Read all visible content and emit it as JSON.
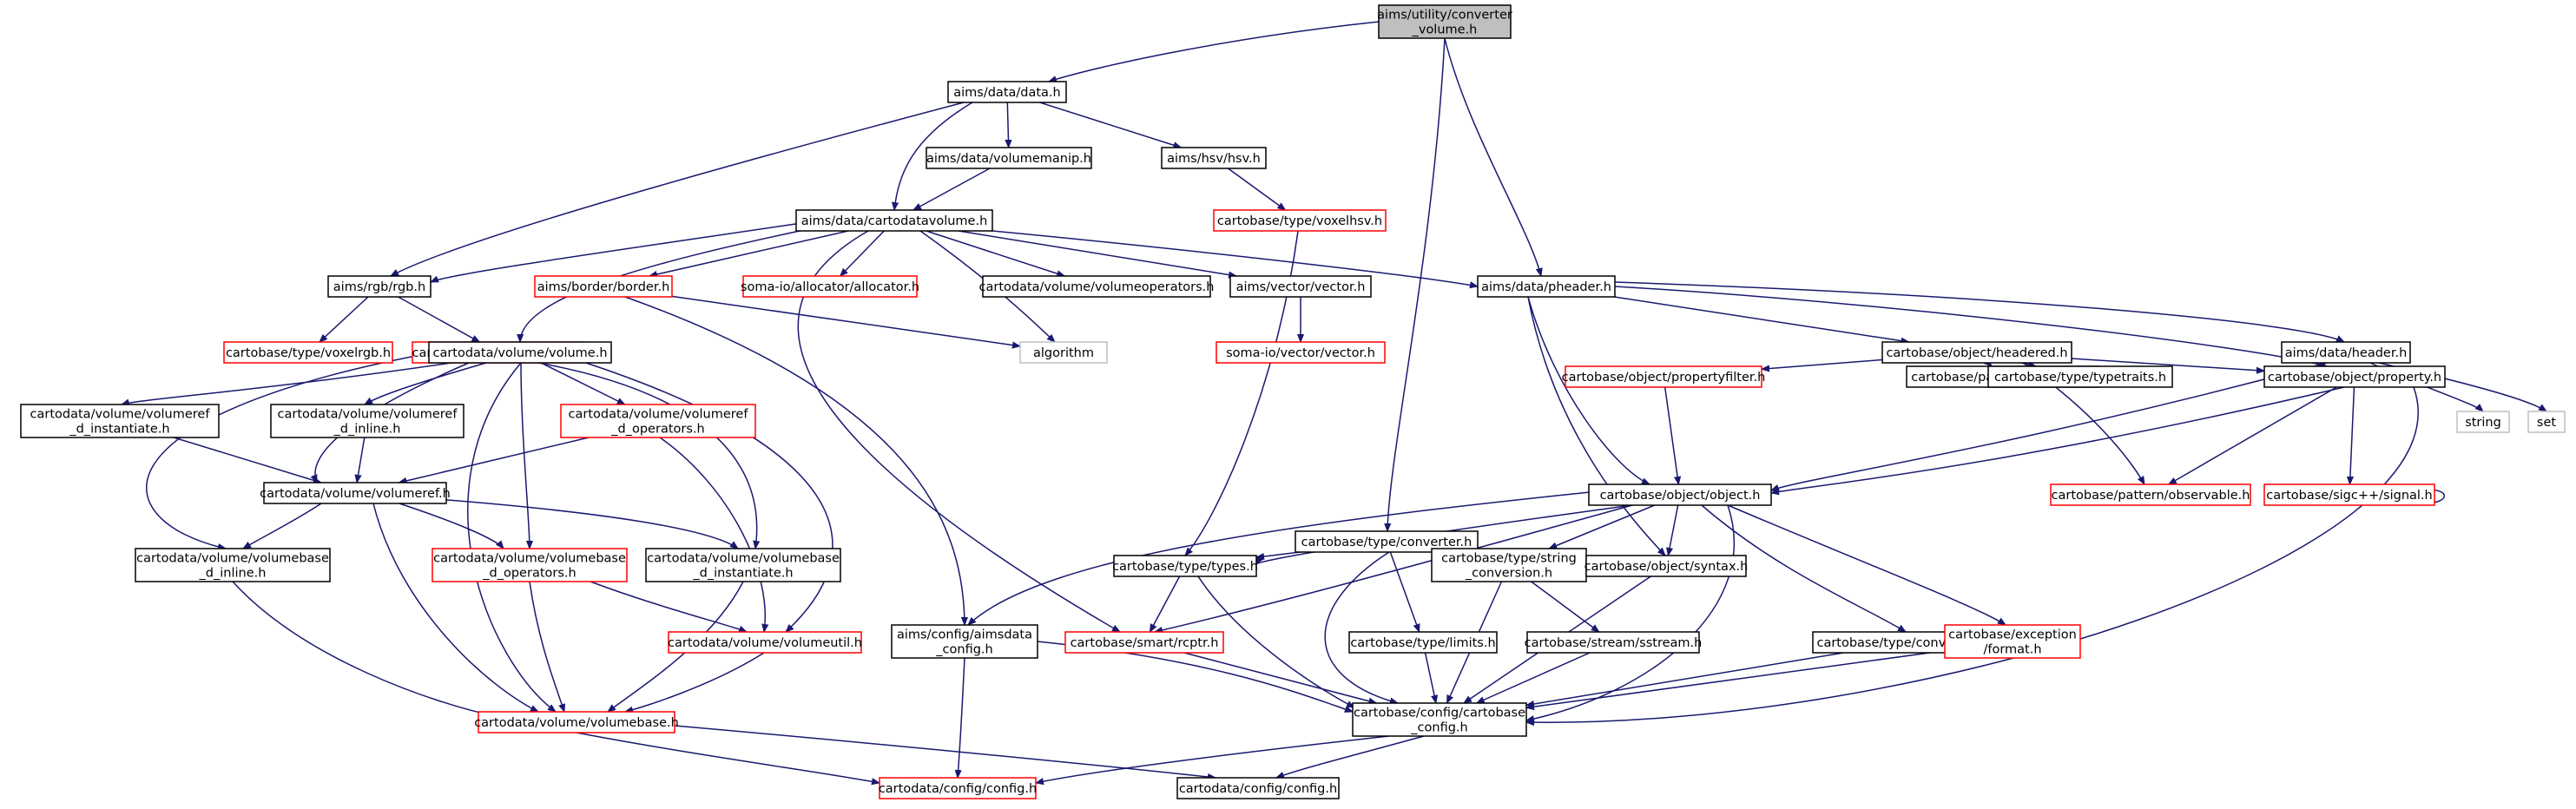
{
  "diagram": {
    "type": "include-dependency-graph",
    "colors": {
      "root_fill": "#bfbfbf",
      "node_fill": "#ffffff",
      "node_border": "#000000",
      "incomplete_border": "#ff0000",
      "external_border": "#bfbfbf",
      "edge": "#191970"
    },
    "nodes": [
      {
        "id": "root",
        "lines": [
          "aims/utility/converter",
          "_volume.h"
        ],
        "style": "root"
      },
      {
        "id": "data",
        "lines": [
          "aims/data/data.h"
        ],
        "style": "normal"
      },
      {
        "id": "volumemanip",
        "lines": [
          "aims/data/volumemanip.h"
        ],
        "style": "normal"
      },
      {
        "id": "hsv",
        "lines": [
          "aims/hsv/hsv.h"
        ],
        "style": "normal"
      },
      {
        "id": "voxelhsv",
        "lines": [
          "cartobase/type/voxelhsv.h"
        ],
        "style": "red"
      },
      {
        "id": "cdvol",
        "lines": [
          "aims/data/cartodatavolume.h"
        ],
        "style": "normal"
      },
      {
        "id": "rgb",
        "lines": [
          "aims/rgb/rgb.h"
        ],
        "style": "normal"
      },
      {
        "id": "border",
        "lines": [
          "aims/border/border.h"
        ],
        "style": "red"
      },
      {
        "id": "allocator",
        "lines": [
          "soma-io/allocator/allocator.h"
        ],
        "style": "red"
      },
      {
        "id": "volops",
        "lines": [
          "cartodata/volume/volumeoperators.h"
        ],
        "style": "normal"
      },
      {
        "id": "vector",
        "lines": [
          "aims/vector/vector.h"
        ],
        "style": "normal"
      },
      {
        "id": "pheader",
        "lines": [
          "aims/data/pheader.h"
        ],
        "style": "normal"
      },
      {
        "id": "voxelrgb",
        "lines": [
          "cartobase/type/voxelrgb.h"
        ],
        "style": "red"
      },
      {
        "id": "voxelrgba",
        "lines": [
          "cartobase/type/voxelrgba.h"
        ],
        "style": "red"
      },
      {
        "id": "algorithm",
        "lines": [
          "algorithm"
        ],
        "style": "grey"
      },
      {
        "id": "somavector",
        "lines": [
          "soma-io/vector/vector.h"
        ],
        "style": "red"
      },
      {
        "id": "volume",
        "lines": [
          "cartodata/volume/volume.h"
        ],
        "style": "normal"
      },
      {
        "id": "headered",
        "lines": [
          "cartobase/object/headered.h"
        ],
        "style": "normal"
      },
      {
        "id": "header",
        "lines": [
          "aims/data/header.h"
        ],
        "style": "normal"
      },
      {
        "id": "vrinst",
        "lines": [
          "cartodata/volume/volumeref",
          "_d_instantiate.h"
        ],
        "style": "normal"
      },
      {
        "id": "vrinline",
        "lines": [
          "cartodata/volume/volumeref",
          "_d_inline.h"
        ],
        "style": "normal"
      },
      {
        "id": "vrops",
        "lines": [
          "cartodata/volume/volumeref",
          "_d_operators.h"
        ],
        "style": "red"
      },
      {
        "id": "propfilter",
        "lines": [
          "cartobase/object/propertyfilter.h"
        ],
        "style": "red"
      },
      {
        "id": "observer",
        "lines": [
          "cartobase/pattern/observer.h"
        ],
        "style": "normal"
      },
      {
        "id": "typetraits",
        "lines": [
          "cartobase/type/typetraits.h"
        ],
        "style": "normal"
      },
      {
        "id": "property",
        "lines": [
          "cartobase/object/property.h"
        ],
        "style": "normal"
      },
      {
        "id": "string",
        "lines": [
          "string"
        ],
        "style": "grey"
      },
      {
        "id": "set",
        "lines": [
          "set"
        ],
        "style": "grey"
      },
      {
        "id": "volumeref",
        "lines": [
          "cartodata/volume/volumeref.h"
        ],
        "style": "normal"
      },
      {
        "id": "converter",
        "lines": [
          "cartobase/type/converter.h"
        ],
        "style": "normal"
      },
      {
        "id": "object",
        "lines": [
          "cartobase/object/object.h"
        ],
        "style": "normal"
      },
      {
        "id": "observable",
        "lines": [
          "cartobase/pattern/observable.h"
        ],
        "style": "red"
      },
      {
        "id": "signal",
        "lines": [
          "cartobase/sigc++/signal.h"
        ],
        "style": "red"
      },
      {
        "id": "vbinline",
        "lines": [
          "cartodata/volume/volumebase",
          "_d_inline.h"
        ],
        "style": "normal"
      },
      {
        "id": "vbops",
        "lines": [
          "cartodata/volume/volumebase",
          "_d_operators.h"
        ],
        "style": "red"
      },
      {
        "id": "vbinst",
        "lines": [
          "cartodata/volume/volumebase",
          "_d_instantiate.h"
        ],
        "style": "normal"
      },
      {
        "id": "types",
        "lines": [
          "cartobase/type/types.h"
        ],
        "style": "normal"
      },
      {
        "id": "strconv",
        "lines": [
          "cartobase/type/string",
          "_conversion.h"
        ],
        "style": "normal"
      },
      {
        "id": "syntax",
        "lines": [
          "cartobase/object/syntax.h"
        ],
        "style": "normal"
      },
      {
        "id": "volutil",
        "lines": [
          "cartodata/volume/volumeutil.h"
        ],
        "style": "red"
      },
      {
        "id": "aimsdataconfig",
        "lines": [
          "aims/config/aimsdata",
          "_config.h"
        ],
        "style": "normal"
      },
      {
        "id": "rcptr",
        "lines": [
          "cartobase/smart/rcptr.h"
        ],
        "style": "red"
      },
      {
        "id": "limits",
        "lines": [
          "cartobase/type/limits.h"
        ],
        "style": "normal"
      },
      {
        "id": "sstream",
        "lines": [
          "cartobase/stream/sstream.h"
        ],
        "style": "normal"
      },
      {
        "id": "conversion",
        "lines": [
          "cartobase/type/conversion.h"
        ],
        "style": "normal"
      },
      {
        "id": "format",
        "lines": [
          "cartobase/exception",
          "/format.h"
        ],
        "style": "red"
      },
      {
        "id": "volumebase",
        "lines": [
          "cartodata/volume/volumebase.h"
        ],
        "style": "red"
      },
      {
        "id": "cbconfig",
        "lines": [
          "cartobase/config/cartobase",
          "_config.h"
        ],
        "style": "normal"
      },
      {
        "id": "cdconfig_red",
        "lines": [
          "cartodata/config/config.h"
        ],
        "style": "red"
      },
      {
        "id": "cdconfig",
        "lines": [
          "cartodata/config/config.h"
        ],
        "style": "normal"
      }
    ],
    "edges": [
      [
        "root",
        "data"
      ],
      [
        "root",
        "pheader"
      ],
      [
        "root",
        "converter"
      ],
      [
        "data",
        "volumemanip"
      ],
      [
        "data",
        "hsv"
      ],
      [
        "data",
        "cdvol"
      ],
      [
        "data",
        "rgb"
      ],
      [
        "volumemanip",
        "cdvol"
      ],
      [
        "hsv",
        "voxelhsv"
      ],
      [
        "voxelhsv",
        "types"
      ],
      [
        "cdvol",
        "rgb"
      ],
      [
        "cdvol",
        "border"
      ],
      [
        "cdvol",
        "allocator"
      ],
      [
        "cdvol",
        "volops"
      ],
      [
        "cdvol",
        "vector"
      ],
      [
        "cdvol",
        "pheader"
      ],
      [
        "cdvol",
        "algorithm"
      ],
      [
        "cdvol",
        "volume"
      ],
      [
        "cdvol",
        "rcptr"
      ],
      [
        "rgb",
        "voxelrgb"
      ],
      [
        "rgb",
        "voxelrgba"
      ],
      [
        "border",
        "algorithm"
      ],
      [
        "border",
        "aimsdataconfig"
      ],
      [
        "vector",
        "somavector"
      ],
      [
        "pheader",
        "headered"
      ],
      [
        "pheader",
        "header"
      ],
      [
        "pheader",
        "property"
      ],
      [
        "pheader",
        "object"
      ],
      [
        "pheader",
        "syntax"
      ],
      [
        "headered",
        "propfilter"
      ],
      [
        "headered",
        "observer"
      ],
      [
        "headered",
        "typetraits"
      ],
      [
        "headered",
        "property"
      ],
      [
        "headered",
        "observable"
      ],
      [
        "header",
        "string"
      ],
      [
        "header",
        "set"
      ],
      [
        "header",
        "object"
      ],
      [
        "propfilter",
        "object"
      ],
      [
        "property",
        "object"
      ],
      [
        "property",
        "observable"
      ],
      [
        "property",
        "signal"
      ],
      [
        "property",
        "cbconfig"
      ],
      [
        "signal",
        "signal"
      ],
      [
        "object",
        "aimsdataconfig"
      ],
      [
        "object",
        "types"
      ],
      [
        "object",
        "strconv"
      ],
      [
        "object",
        "syntax"
      ],
      [
        "object",
        "rcptr"
      ],
      [
        "object",
        "conversion"
      ],
      [
        "object",
        "format"
      ],
      [
        "object",
        "cbconfig"
      ],
      [
        "volume",
        "vrinst"
      ],
      [
        "volume",
        "vrinline"
      ],
      [
        "volume",
        "vrops"
      ],
      [
        "volume",
        "volumeref"
      ],
      [
        "volume",
        "vbinline"
      ],
      [
        "volume",
        "vbops"
      ],
      [
        "volume",
        "vbinst"
      ],
      [
        "volume",
        "volutil"
      ],
      [
        "volume",
        "volumebase"
      ],
      [
        "vrinst",
        "volumeref"
      ],
      [
        "vrinline",
        "volumeref"
      ],
      [
        "vrops",
        "volumeref"
      ],
      [
        "vrops",
        "volutil"
      ],
      [
        "volumeref",
        "vbinline"
      ],
      [
        "volumeref",
        "vbops"
      ],
      [
        "volumeref",
        "vbinst"
      ],
      [
        "volumeref",
        "volumebase"
      ],
      [
        "vbinline",
        "volumebase"
      ],
      [
        "vbops",
        "volutil"
      ],
      [
        "vbops",
        "volumebase"
      ],
      [
        "vbinst",
        "volumebase"
      ],
      [
        "volutil",
        "volumebase"
      ],
      [
        "converter",
        "types"
      ],
      [
        "converter",
        "strconv"
      ],
      [
        "converter",
        "limits"
      ],
      [
        "converter",
        "cbconfig"
      ],
      [
        "types",
        "rcptr"
      ],
      [
        "types",
        "cbconfig"
      ],
      [
        "strconv",
        "sstream"
      ],
      [
        "strconv",
        "cbconfig"
      ],
      [
        "syntax",
        "cbconfig"
      ],
      [
        "aimsdataconfig",
        "cbconfig"
      ],
      [
        "aimsdataconfig",
        "cdconfig_red"
      ],
      [
        "rcptr",
        "cbconfig"
      ],
      [
        "limits",
        "cbconfig"
      ],
      [
        "sstream",
        "cbconfig"
      ],
      [
        "conversion",
        "cbconfig"
      ],
      [
        "format",
        "cbconfig"
      ],
      [
        "volumebase",
        "cdconfig_red"
      ],
      [
        "volumebase",
        "cdconfig"
      ],
      [
        "cbconfig",
        "cdconfig_red"
      ],
      [
        "cbconfig",
        "cdconfig"
      ]
    ]
  }
}
